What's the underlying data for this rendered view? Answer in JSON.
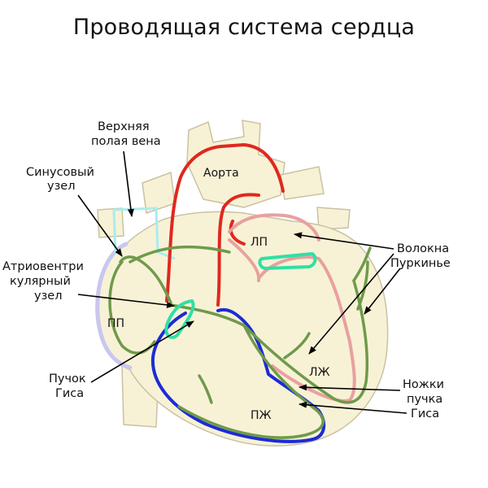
{
  "title": "Проводящая система сердца",
  "labels": {
    "svc": [
      "Верхняя",
      "полая вена"
    ],
    "sa_node": [
      "Синусовый",
      "узел"
    ],
    "av_node": [
      "Атриовентри",
      "кулярный",
      "узел"
    ],
    "his_bundle": [
      "Пучок",
      "Гиса"
    ],
    "purkinje": [
      "Волокна",
      "Пуркинье"
    ],
    "bundle_branches": [
      "Ножки",
      "пучка",
      "Гиса"
    ],
    "aorta": "Аорта",
    "la": "ЛП",
    "ra": "ПП",
    "lv": "ЛЖ",
    "rv": "ПЖ"
  },
  "colors": {
    "aorta_outline": "#e0281e",
    "right_ventricle_outline": "#1d2bd6",
    "left_heart_outline": "#e8a0a0",
    "conduction": "#6f9a4a",
    "av_node_fill": "#2fe0a4",
    "svc_outline": "#a9ecee",
    "right_atrium_outline": "#c9c7ef",
    "heart_fill": "#f7f2d6"
  }
}
